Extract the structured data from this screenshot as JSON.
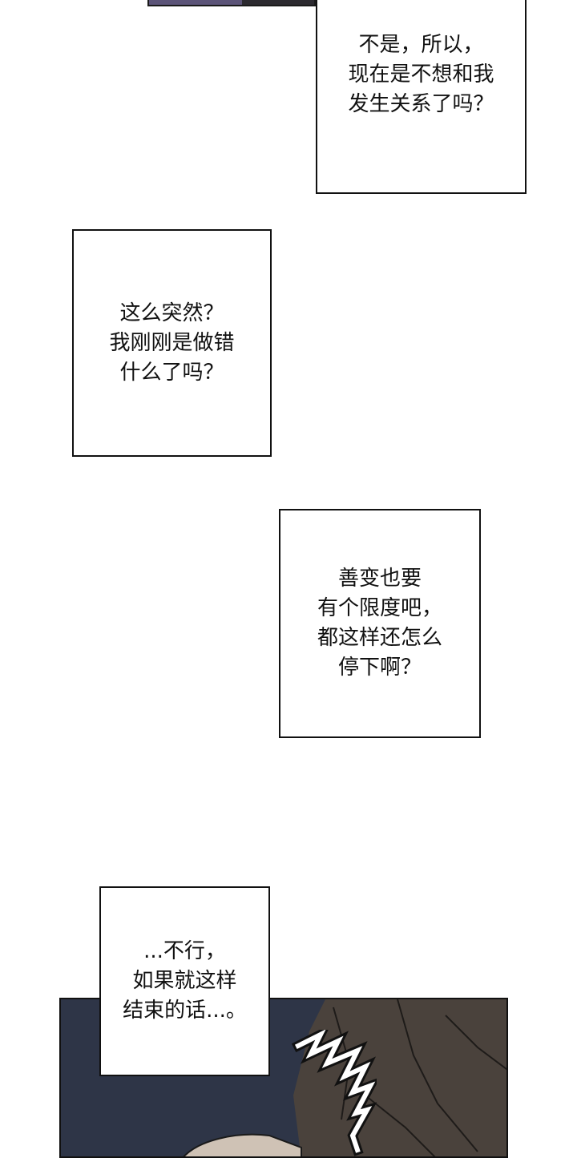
{
  "speech_bubbles": [
    {
      "id": "b1",
      "text": "不是，所以，\n现在是不想和我\n发生关系了吗？"
    },
    {
      "id": "b2",
      "text": "这么突然？\n我刚刚是做错\n什么了吗？"
    },
    {
      "id": "b3",
      "text": "善变也要\n有个限度吧，\n都这样还怎么\n停下啊？"
    },
    {
      "id": "b4",
      "text": "...不行，\n如果就这样\n结束的话...。"
    }
  ],
  "colors": {
    "bottom_panel_background": "#2e3547",
    "top_panel_background": "#5c5478",
    "sleeve": "#4a423c",
    "skin": "#cfc2b5"
  },
  "icons": {
    "sound_effect": "zigzag-sound-effect-icon"
  }
}
